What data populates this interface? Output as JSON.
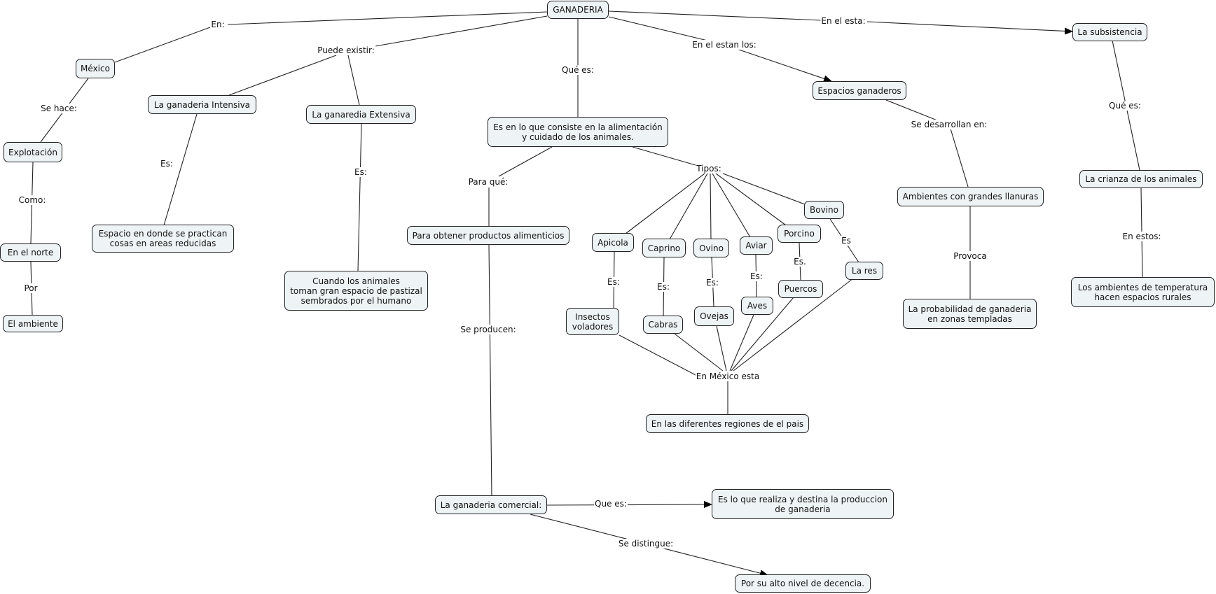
{
  "title": "GANADERIA",
  "nodes": {
    "ganaderia": "GANADERIA",
    "mexico": "México",
    "explotacion": "Explotación",
    "en_el_norte": "En el norte",
    "el_ambiente": "El ambiente",
    "intensiva": "La ganaderia Intensiva",
    "espacio_reducido": "Espacio en donde se practican\ncosas en areas reducidas",
    "extensiva": "La ganaredia Extensiva",
    "cuando_animales": "Cuando los animales\ntoman gran espacio de pastizal\nsembrados por el humano",
    "definicion": "Es en lo que consiste en la alimentación\ny cuidado de los animales.",
    "productos": "Para obtener productos alimenticios",
    "comercial": "La ganaderia comercial:",
    "realiza": "Es lo que realiza y destina la produccion\nde ganaderia",
    "decencia": "Por su alto nivel de decencia.",
    "espacios": "Espacios ganaderos",
    "llanuras": "Ambientes con grandes llanuras",
    "probabilidad": "La probabilidad de ganaderia\nen zonas templadas",
    "subsistencia": "La subsistencia",
    "crianza": "La crianza de los animales",
    "ambientes_temp": "Los ambientes de temperatura\nhacen espacios rurales",
    "apicola": "Apicola",
    "caprino": "Caprino",
    "ovino": "Ovino",
    "aviar": "Aviar",
    "porcino": "Porcino",
    "bovino": "Bovino",
    "insectos": "Insectos\nvoladores",
    "cabras": "Cabras",
    "ovejas": "Ovejas",
    "aves": "Aves",
    "puercos": "Puercos",
    "la_res": "La res",
    "regiones": "En las diferentes regiones de el pais"
  },
  "labels": {
    "en": "En:",
    "se_hace": "Se hace:",
    "como": "Como:",
    "por": "Por",
    "puede_existir": "Puede existir:",
    "es_intensiva": "Es:",
    "es_extensiva": "Es:",
    "que_es": "Qué es:",
    "para_que": "Para qué:",
    "se_producen": "Se producen:",
    "que_es_comercial": "Que es:",
    "se_distingue": "Se distingue:",
    "tipos": "Tipos:",
    "es_apicola": "Es:",
    "es_caprino": "Es:",
    "es_ovino": "Es:",
    "es_aviar": "Es:",
    "es_porcino": "Es.",
    "es_bovino": "Es",
    "en_mexico_esta": "En México esta",
    "en_el_estan_los": "En el estan los:",
    "se_desarrollan": "Se desarrollan en:",
    "provoca": "Provoca",
    "en_el_esta": "En el esta:",
    "que_es_subs": "Qué es:",
    "en_estos": "En estos:"
  }
}
